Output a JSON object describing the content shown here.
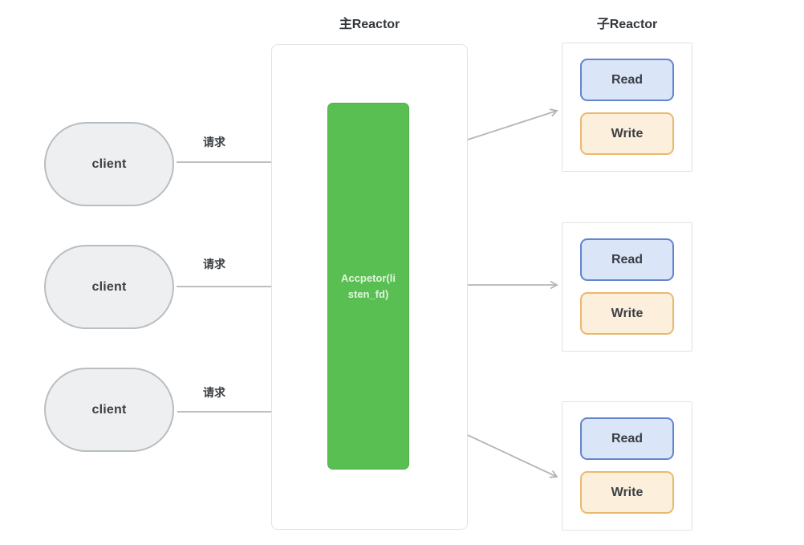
{
  "main_reactor": {
    "title": "主Reactor",
    "acceptor": {
      "label": "Accpetor(listen_fd)",
      "lines": [
        "Accpetor(li",
        "sten_fd)"
      ]
    }
  },
  "sub_reactor": {
    "title": "子Reactor",
    "boxes": [
      {
        "read": "Read",
        "write": "Write"
      },
      {
        "read": "Read",
        "write": "Write"
      },
      {
        "read": "Read",
        "write": "Write"
      }
    ]
  },
  "clients": [
    {
      "label": "client",
      "request_label": "请求"
    },
    {
      "label": "client",
      "request_label": "请求"
    },
    {
      "label": "client",
      "request_label": "请求"
    }
  ],
  "colors": {
    "acceptor_green": "#5abf53",
    "acceptor_green_border": "#4fae49",
    "client_fill": "#edeff0",
    "client_border": "#b9bec2",
    "container_border": "#e1e2e4",
    "read_fill": "#dbe5f8",
    "read_border": "#6285cf",
    "write_fill": "#fcf0dc",
    "write_border": "#e9b96e",
    "arrow": "#b3b6b8"
  }
}
